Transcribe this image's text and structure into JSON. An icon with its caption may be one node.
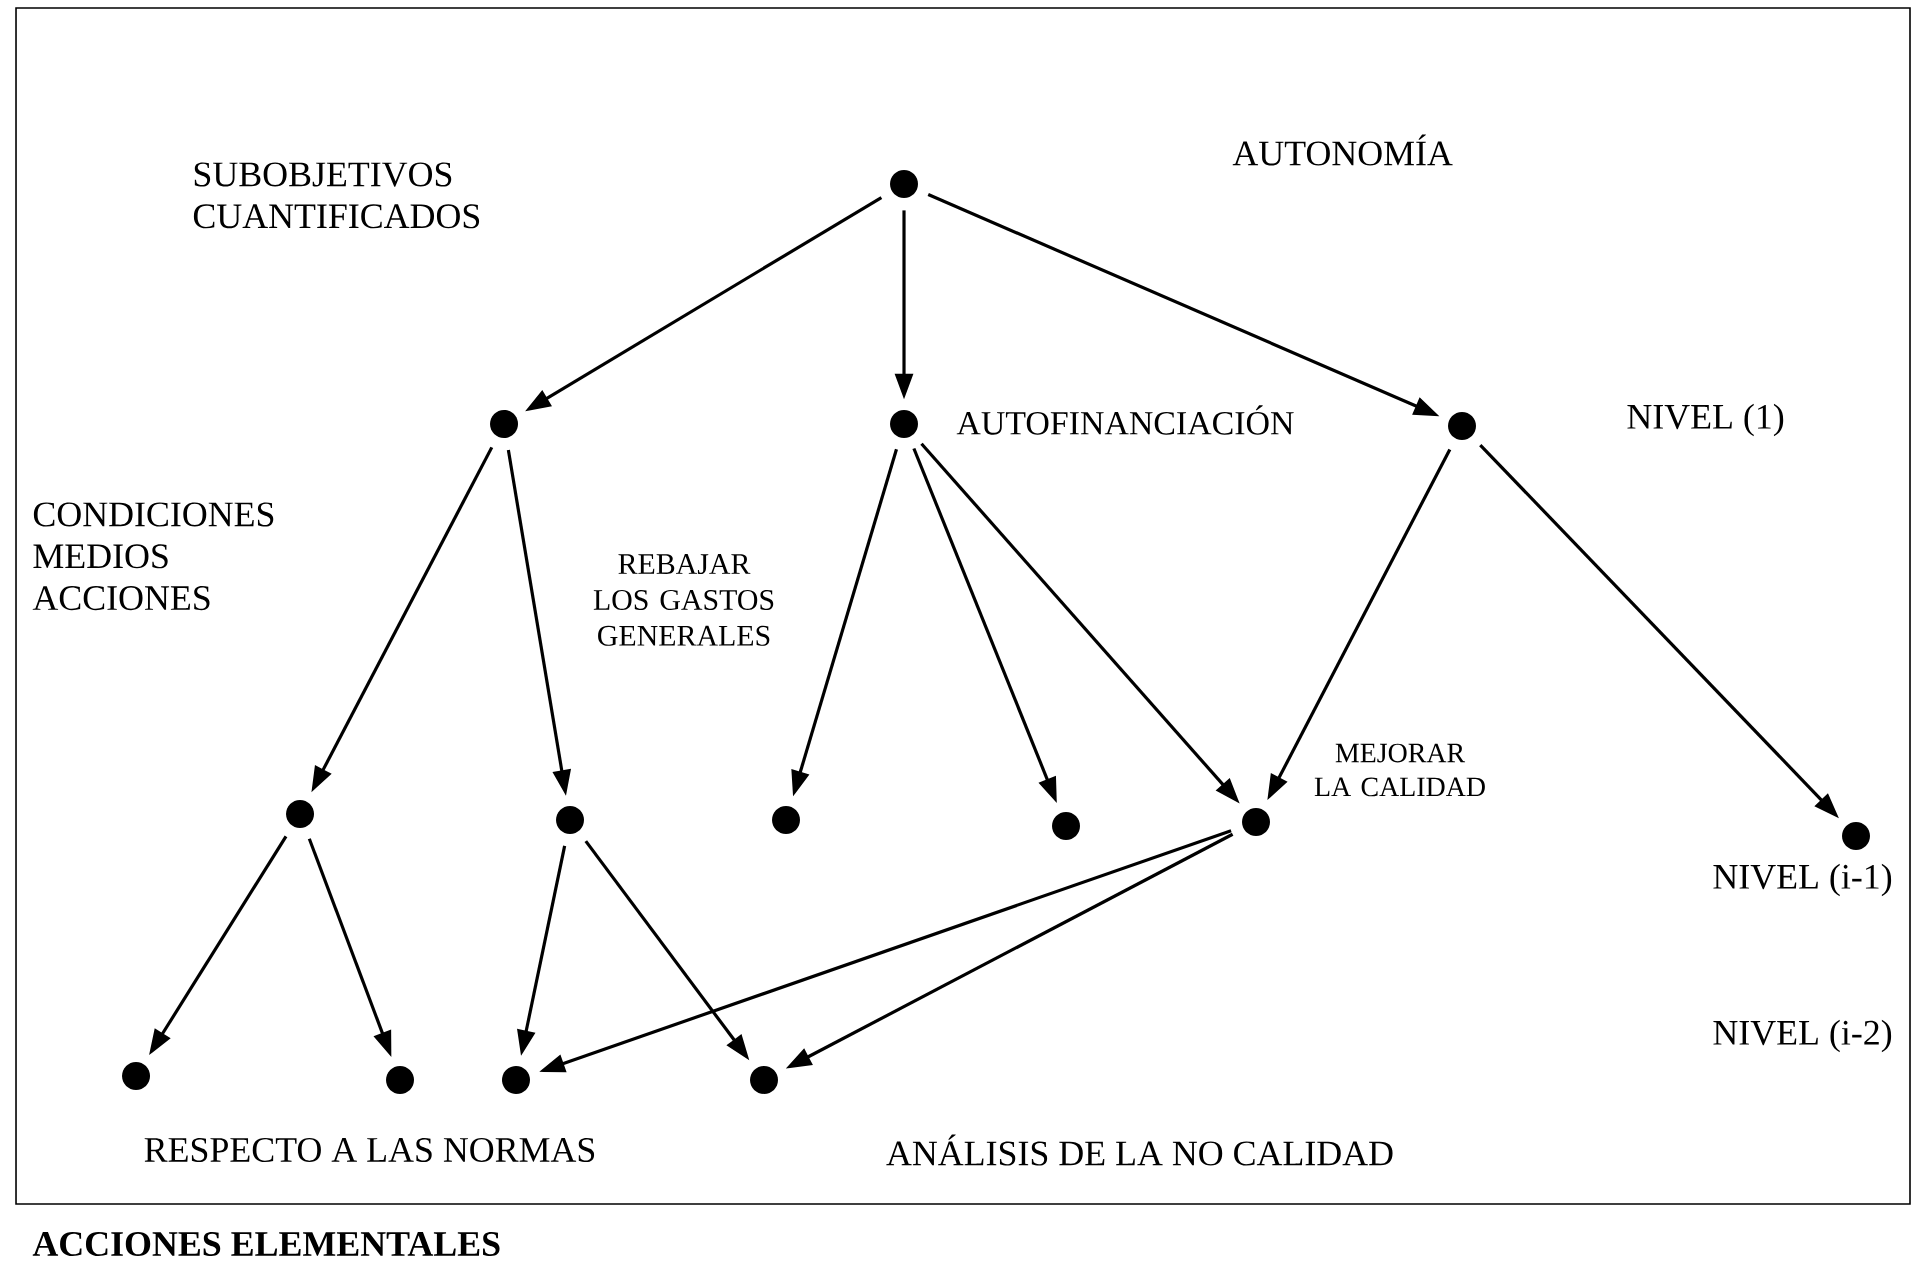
{
  "diagram": {
    "nodes": [
      {
        "text": [],
        "shape": "circle"
      },
      {
        "text": [],
        "shape": "circle"
      },
      {
        "text": [],
        "shape": "circle",
        "beside": [
          "AUTOFINANCIACIÓN"
        ]
      },
      {
        "text": [],
        "shape": "circle"
      },
      {
        "text": [],
        "shape": "circle"
      },
      {
        "text": [],
        "shape": "circle"
      },
      {
        "text": [],
        "shape": "circle"
      },
      {
        "text": [],
        "shape": "circle"
      },
      {
        "text": [],
        "shape": "circle",
        "beside": [
          "MEJORAR LA CALIDAD"
        ]
      },
      {
        "text": [],
        "shape": "circle"
      },
      {
        "text": [],
        "shape": "circle"
      },
      {
        "text": [],
        "shape": "circle"
      },
      {
        "text": [],
        "shape": "circle"
      },
      {
        "text": [],
        "shape": "circle"
      }
    ],
    "edges": [
      {
        "from": 0,
        "to": 1,
        "arrow": "to"
      },
      {
        "from": 0,
        "to": 2,
        "arrow": "to"
      },
      {
        "from": 0,
        "to": 3,
        "arrow": "to"
      },
      {
        "from": 1,
        "to": 4,
        "arrow": "to"
      },
      {
        "from": 1,
        "to": 5,
        "arrow": "to"
      },
      {
        "from": 2,
        "to": 6,
        "arrow": "to"
      },
      {
        "from": 2,
        "to": 7,
        "arrow": "to"
      },
      {
        "from": 2,
        "to": 8,
        "arrow": "to"
      },
      {
        "from": 3,
        "to": 8,
        "arrow": "to"
      },
      {
        "from": 3,
        "to": 9,
        "arrow": "to"
      },
      {
        "from": 4,
        "to": 10,
        "arrow": "to"
      },
      {
        "from": 4,
        "to": 11,
        "arrow": "to"
      },
      {
        "from": 5,
        "to": 12,
        "arrow": "to"
      },
      {
        "from": 5,
        "to": 13,
        "arrow": "to"
      },
      {
        "from": 8,
        "to": 12,
        "arrow": "to"
      },
      {
        "from": 8,
        "to": 13,
        "arrow": "to"
      }
    ],
    "labels": [
      "AUTONOMÍA",
      "SUBOBJETIVOS CUANTIFICADOS",
      "NIVEL (1)",
      "CONDICIONES MEDIOS ACCIONES",
      "REBAJAR LOS GASTOS GENERALES",
      "NIVEL (i-1)",
      "NIVEL (i-2)",
      "RESPECTO A LAS NORMAS",
      "ANÁLISIS DE LA NO CALIDAD",
      "ACCIONES ELEMENTALES"
    ]
  }
}
